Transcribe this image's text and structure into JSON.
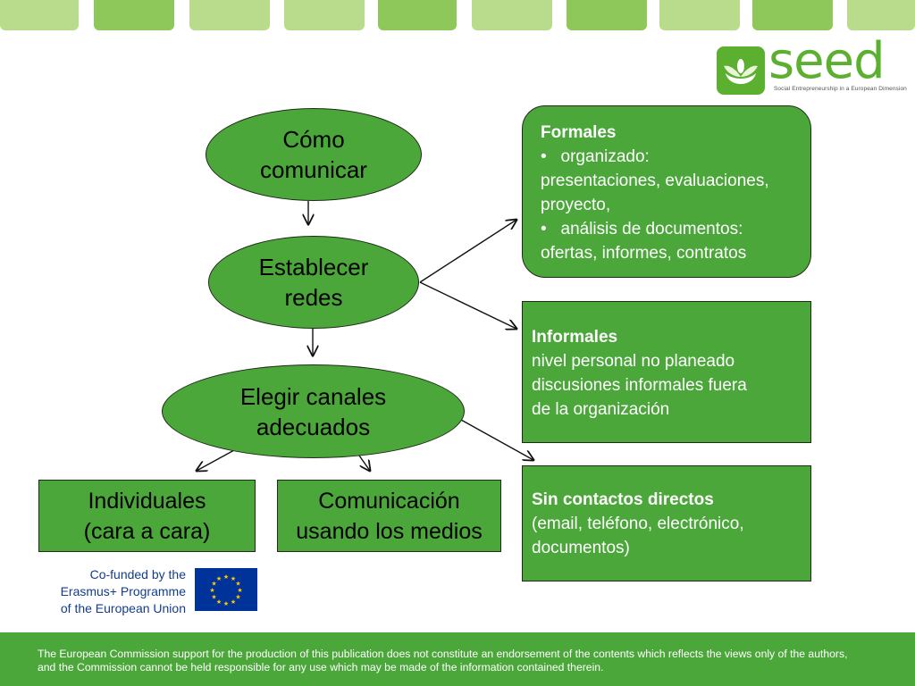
{
  "colors": {
    "node_green": "#4ba73a",
    "footer_green": "#4ba73a",
    "tab_light": "#b9dc8c",
    "tab_mid": "#8fc85a",
    "logo_green": "#5cb030",
    "eu_blue": "#003399",
    "eu_star": "#ffcc00",
    "erasmus_text": "#143c8c"
  },
  "header": {
    "logo": {
      "icon": "seed-sprout-icon",
      "word": "seed",
      "subtitle": "Social Entrepreneurship in a European Dimension"
    }
  },
  "diagram": {
    "como_comunicar": [
      "Cómo",
      "comunicar"
    ],
    "establecer_redes": [
      "Establecer",
      "redes"
    ],
    "elegir_canales": [
      "Elegir canales",
      "adecuados"
    ],
    "individuales": [
      "Individuales",
      "(cara a cara)"
    ],
    "comunicacion_medios": [
      "Comunicación",
      "usando los medios"
    ],
    "formales": {
      "heading": "Formales",
      "bullet_char": "•",
      "lines": [
        "organizado:",
        "presentaciones, evaluaciones,",
        "proyecto,",
        "análisis de documentos:",
        "ofertas, informes, contratos"
      ]
    },
    "informales": {
      "heading": "Informales",
      "lines": [
        "nivel personal no planeado",
        "discusiones informales fuera",
        "de la organización"
      ]
    },
    "sin_contactos": {
      "heading": "Sin contactos directos",
      "lines": [
        "(email, teléfono, electrónico,",
        "documentos)"
      ]
    }
  },
  "erasmus": {
    "lines": [
      "Co-funded by the",
      "Erasmus+ Programme",
      "of the European Union"
    ],
    "flag_icon": "eu-flag-icon"
  },
  "footer": {
    "disclaimer": "The European Commission support for the production of this publication does not constitute an endorsement of the contents which reflects the views only of the authors, and the Commission cannot be held responsible for any use which may be made of the information contained therein."
  }
}
